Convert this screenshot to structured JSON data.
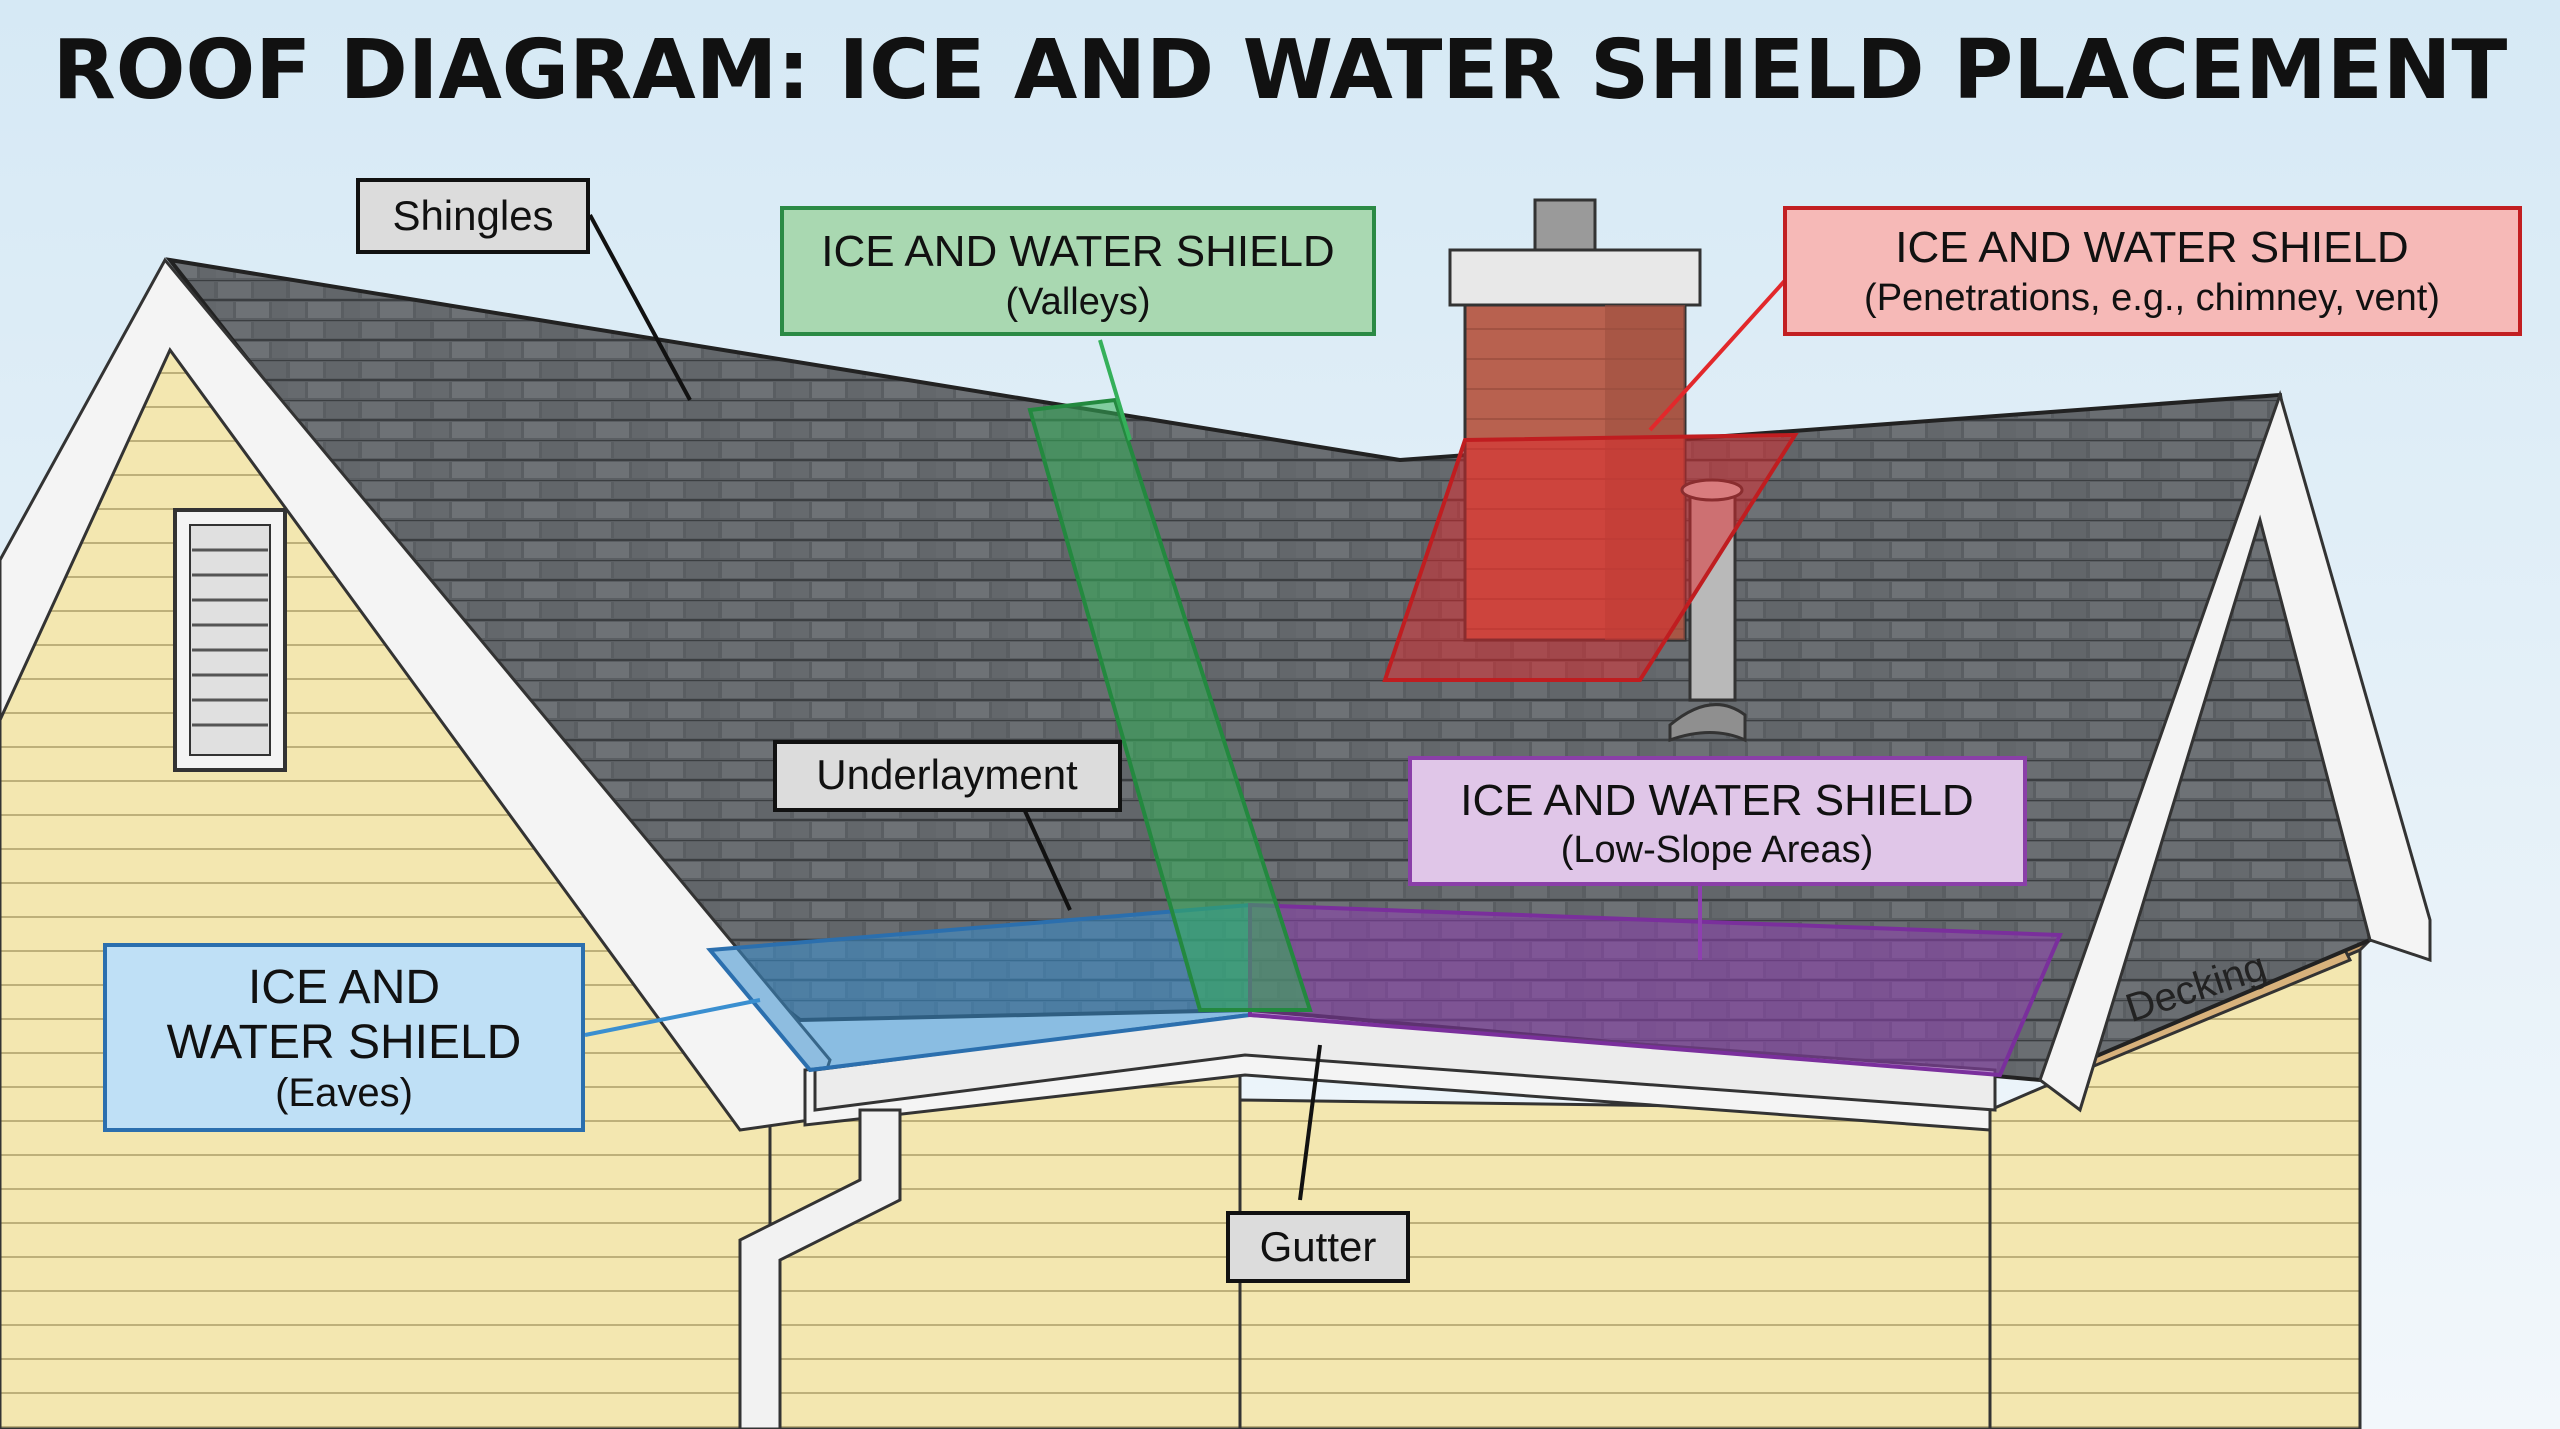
{
  "title": "ROOF DIAGRAM: ICE AND WATER SHIELD PLACEMENT",
  "labels": {
    "shingles": "Shingles",
    "underlayment": "Underlayment",
    "gutter": "Gutter",
    "decking": "Decking"
  },
  "callouts": {
    "valleys": {
      "heading": "ICE AND WATER SHIELD",
      "sub": "(Valleys)"
    },
    "penetrations": {
      "heading": "ICE AND WATER SHIELD",
      "sub": "(Penetrations, e.g., chimney, vent)"
    },
    "low_slope": {
      "heading": "ICE AND WATER SHIELD",
      "sub": "(Low-Slope Areas)"
    },
    "eaves": {
      "line1": "ICE AND",
      "line2": "WATER SHIELD",
      "sub": "(Eaves)"
    }
  },
  "colors": {
    "sky_top": "#d6e9f5",
    "sky_bottom": "#f2f7fb",
    "siding": "#f3e7b0",
    "shingle": "#5b5f63",
    "trim": "#f4f4f4",
    "chimney": "#b8614f",
    "decking": "#d8b27c",
    "eaves_shield": "#3a8fd0",
    "valley_shield": "#35b05a",
    "penetration_shield": "#e2282b",
    "lowslope_shield": "#8e3fb0",
    "valley_box": "#a9d8b1",
    "penetration_box": "#f6b9b7",
    "lowslope_box": "#e0c6e8",
    "eaves_box": "#bfe0f6",
    "label_box": "#dcdcdc"
  }
}
